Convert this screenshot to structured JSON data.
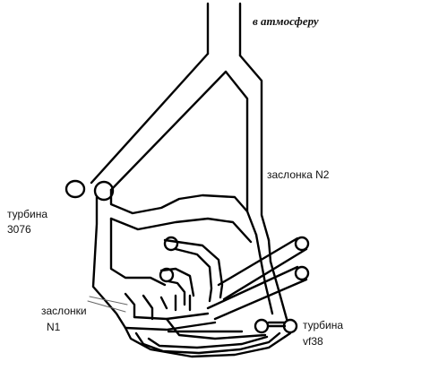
{
  "labels": {
    "atmosphere": "в атмосферу",
    "valve_n2": "заслонка N2",
    "turbine_3076_line1": "турбина",
    "turbine_3076_line2": "3076",
    "valves_n1_line1": "заслонки",
    "valves_n1_line2": "N1",
    "turbine_vf38_line1": "турбина",
    "turbine_vf38_line2": "vf38"
  }
}
